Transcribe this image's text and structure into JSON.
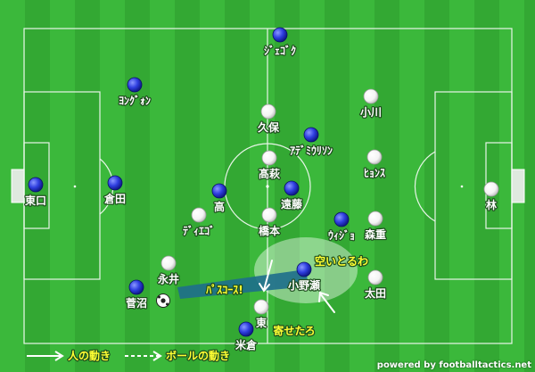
{
  "blue_team": [
    {
      "name": "ｼﾞｪｺﾞｸ",
      "kind": "blue"
    },
    {
      "name": "ﾖﾝｸﾞｫﾝ",
      "kind": "blue"
    },
    {
      "name": "ｱﾃﾞﾐｳﾘｿﾝ",
      "kind": "blue"
    },
    {
      "name": "東口",
      "kind": "blue"
    },
    {
      "name": "倉田",
      "kind": "blue"
    },
    {
      "name": "高",
      "kind": "blue"
    },
    {
      "name": "遠藤",
      "kind": "blue"
    },
    {
      "name": "ｳｨｼﾞｮ",
      "kind": "blue"
    },
    {
      "name": "小野瀬",
      "kind": "blue"
    },
    {
      "name": "菅沼",
      "kind": "blue"
    },
    {
      "name": "米倉",
      "kind": "blue"
    }
  ],
  "white_team": [
    {
      "name": "小川",
      "kind": "white"
    },
    {
      "name": "久保",
      "kind": "white"
    },
    {
      "name": "ﾋｮﾝｽ",
      "kind": "white"
    },
    {
      "name": "髙萩",
      "kind": "white"
    },
    {
      "name": "林",
      "kind": "white"
    },
    {
      "name": "ﾃﾞｨｴｺﾞ",
      "kind": "white"
    },
    {
      "name": "橋本",
      "kind": "white"
    },
    {
      "name": "森重",
      "kind": "white"
    },
    {
      "name": "永井",
      "kind": "white"
    },
    {
      "name": "太田",
      "kind": "white"
    },
    {
      "name": "東",
      "kind": "white"
    }
  ],
  "annotations": {
    "space": "空いとるわ",
    "pass_course": "ﾊﾟｽｺｰｽ!",
    "pull_in": "寄せたろ"
  },
  "legend": {
    "person_move": "人の動き",
    "ball_move": "ボールの動き"
  },
  "credit": "powered by footballtactics.net",
  "colors": {
    "pitch_light": "#3bb83b",
    "pitch_dark": "#33a833",
    "blue_player": "#2a3bd6",
    "white_player": "#ffffff",
    "annotation_text": "#ffff33",
    "pass_lane": "#1e6e8c"
  }
}
